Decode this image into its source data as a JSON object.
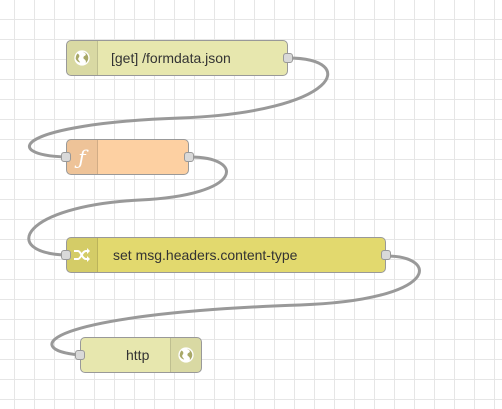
{
  "flow": {
    "nodes": [
      {
        "id": "http-in",
        "type": "http in",
        "label": "[get] /formdata.json",
        "icon": "globe-icon",
        "color": "#e7e7ae"
      },
      {
        "id": "function",
        "type": "function",
        "label": "",
        "icon": "function-icon",
        "color": "#fdd0a2"
      },
      {
        "id": "change",
        "type": "change",
        "label": "set msg.headers.content-type",
        "icon": "shuffle-icon",
        "color": "#e2d96e"
      },
      {
        "id": "http-response",
        "type": "http response",
        "label": "http",
        "icon": "globe-icon",
        "color": "#e7e7ae"
      }
    ],
    "wires": [
      {
        "from": "http-in",
        "to": "function"
      },
      {
        "from": "function",
        "to": "change"
      },
      {
        "from": "change",
        "to": "http-response"
      }
    ]
  }
}
